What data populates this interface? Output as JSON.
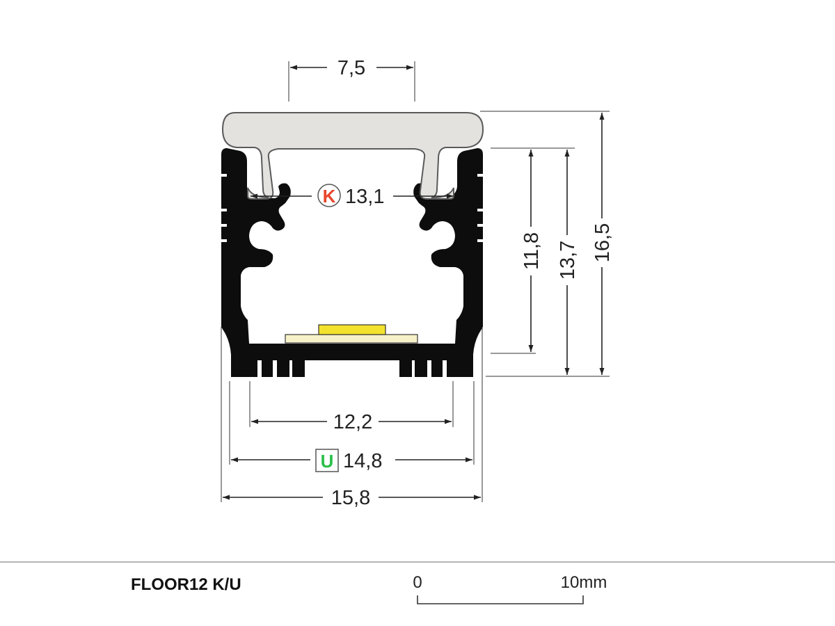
{
  "product": {
    "name": "FLOOR12 K/U"
  },
  "dimensions": {
    "cover_width": "7,5",
    "inner_k": "13,1",
    "bottom_inner": "12,2",
    "u_width": "14,8",
    "total_width": "15,8",
    "height_a": "11,8",
    "height_b": "13,7",
    "height_c": "16,5"
  },
  "badges": {
    "k": "K",
    "u": "U"
  },
  "scale_bar": {
    "start": "0",
    "end": "10mm"
  },
  "colors": {
    "profile": "#0d0d0d",
    "cover": "#e3e2df",
    "cover_stroke": "#5a5a5a",
    "led_strip": "#f7f1c9",
    "led_chip": "#f2e22e",
    "k_badge": "#e8452c",
    "u_badge": "#2cbf4a"
  }
}
